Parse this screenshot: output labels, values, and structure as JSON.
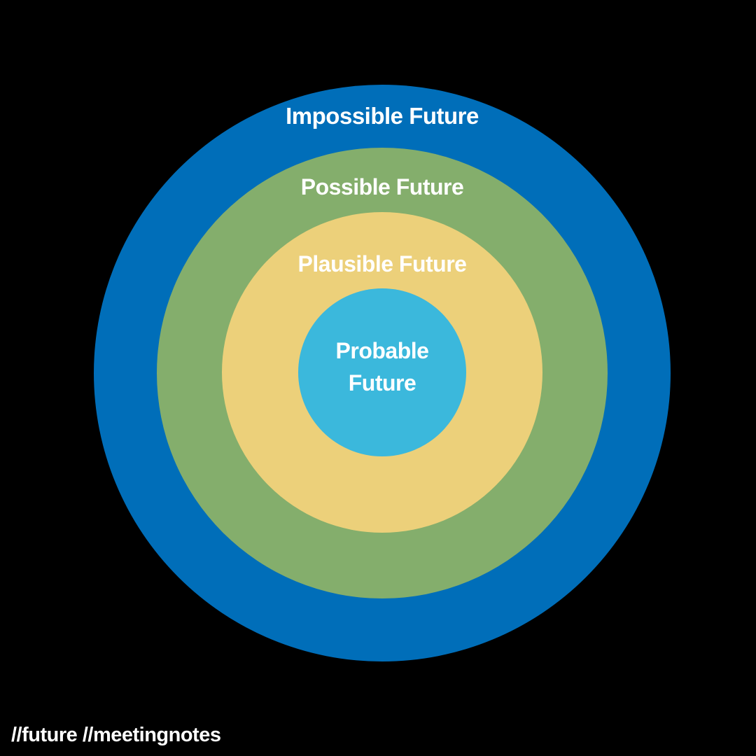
{
  "colors": {
    "background": "#000000",
    "impossible": "#006eb9",
    "possible": "#84ae6c",
    "plausible": "#ecd07a",
    "probable": "#3bb8dc",
    "text": "#ffffff"
  },
  "rings": {
    "impossible": {
      "label": "Impossible Future"
    },
    "possible": {
      "label": "Possible Future"
    },
    "plausible": {
      "label": "Plausible Future"
    },
    "probable": {
      "line1": "Probable",
      "line2": "Future"
    }
  },
  "footer": {
    "text": "//future //meetingnotes"
  }
}
